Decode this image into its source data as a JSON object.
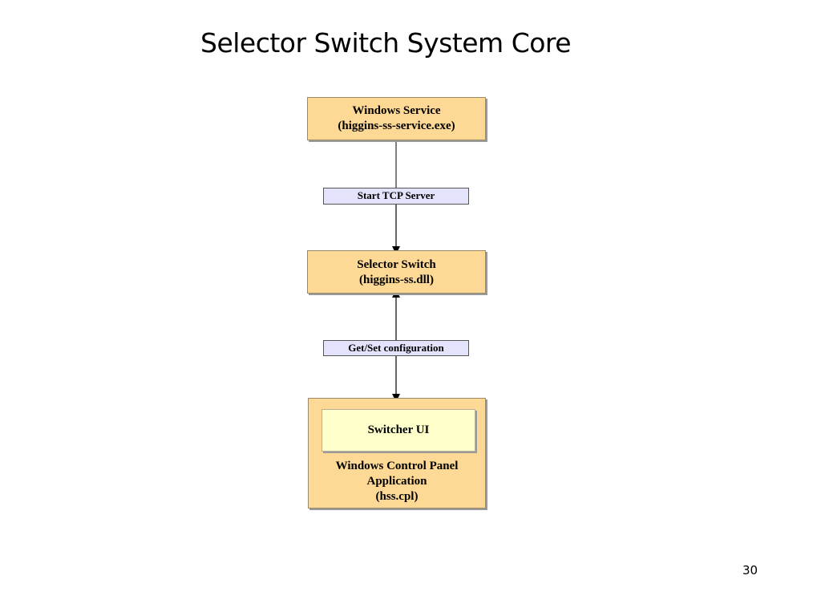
{
  "slide": {
    "title": "Selector Switch System Core",
    "page_number": "30"
  },
  "diagram": {
    "windows_service": {
      "line1": "Windows Service",
      "line2": "(higgins-ss-service.exe)"
    },
    "start_tcp_label": "Start TCP Server",
    "selector_switch": {
      "line1": "Selector Switch",
      "line2": "(higgins-ss.dll)"
    },
    "get_set_label": "Get/Set configuration",
    "control_panel": {
      "inner_label": "Switcher UI",
      "line1": "Windows Control Panel",
      "line2": "Application",
      "line3": "(hss.cpl)"
    }
  }
}
